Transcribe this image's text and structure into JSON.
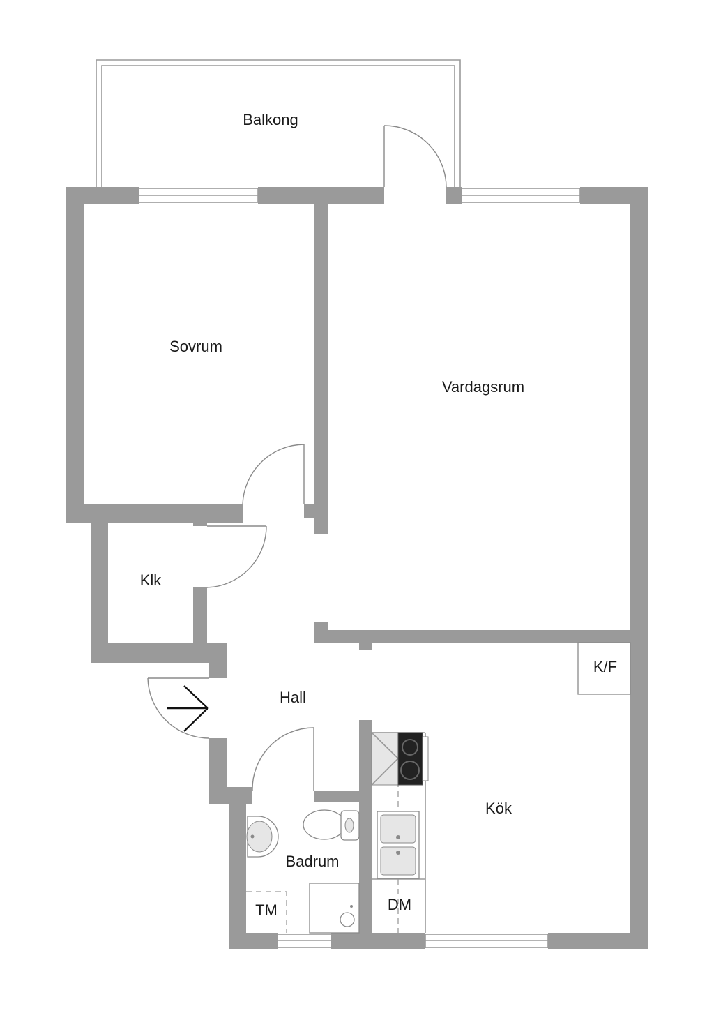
{
  "rooms": {
    "balkong": "Balkong",
    "sovrum": "Sovrum",
    "vardagsrum": "Vardagsrum",
    "klk": "Klk",
    "hall": "Hall",
    "kok": "Kök",
    "kf": "K/F",
    "badrum": "Badrum",
    "tm": "TM",
    "dm": "DM"
  },
  "colors": {
    "wall": "#9a9a9a",
    "background": "#ffffff",
    "entrance_arrow": "#111111"
  }
}
